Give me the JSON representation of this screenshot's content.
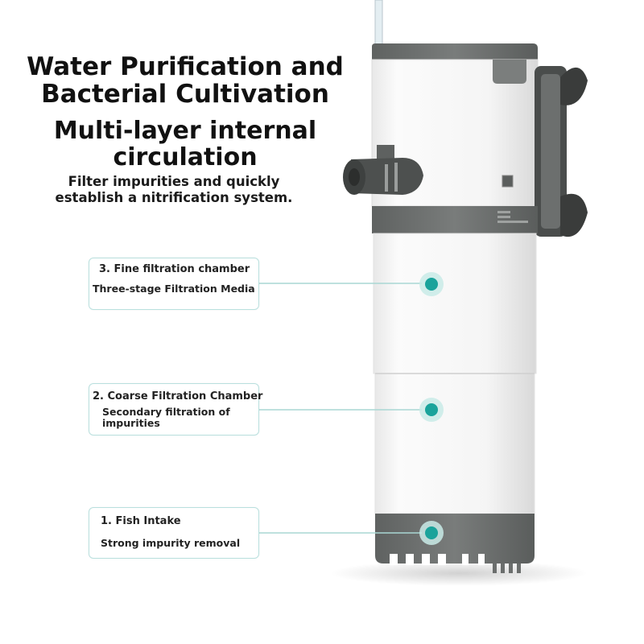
{
  "headline": {
    "line1": "Water Purification and",
    "line2": "Bacterial Cultivation",
    "line3": "Multi-layer internal",
    "line4": "circulation"
  },
  "subtitle": {
    "line1": "Filter impurities and quickly",
    "line2": "establish a nitrification system."
  },
  "callouts": [
    {
      "title": "3. Fine filtration chamber",
      "desc_line1": "Three-stage Filtration Media",
      "desc_line2": ""
    },
    {
      "title": "2. Coarse Filtration Chamber",
      "desc_line1": "Secondary filtration of",
      "desc_line2": "impurities"
    },
    {
      "title": "1. Fish Intake",
      "desc_line1": "Strong impurity removal",
      "desc_line2": ""
    }
  ],
  "colors": {
    "accent_teal": "#1aa39b",
    "callout_border": "#b9e0de",
    "body_white": "#f7f7f7",
    "body_gray": "#6b6e6d",
    "text": "#111111"
  },
  "icons": [
    "aquarium-filter-product",
    "suction-cup-icon",
    "marker-dot-icon"
  ]
}
